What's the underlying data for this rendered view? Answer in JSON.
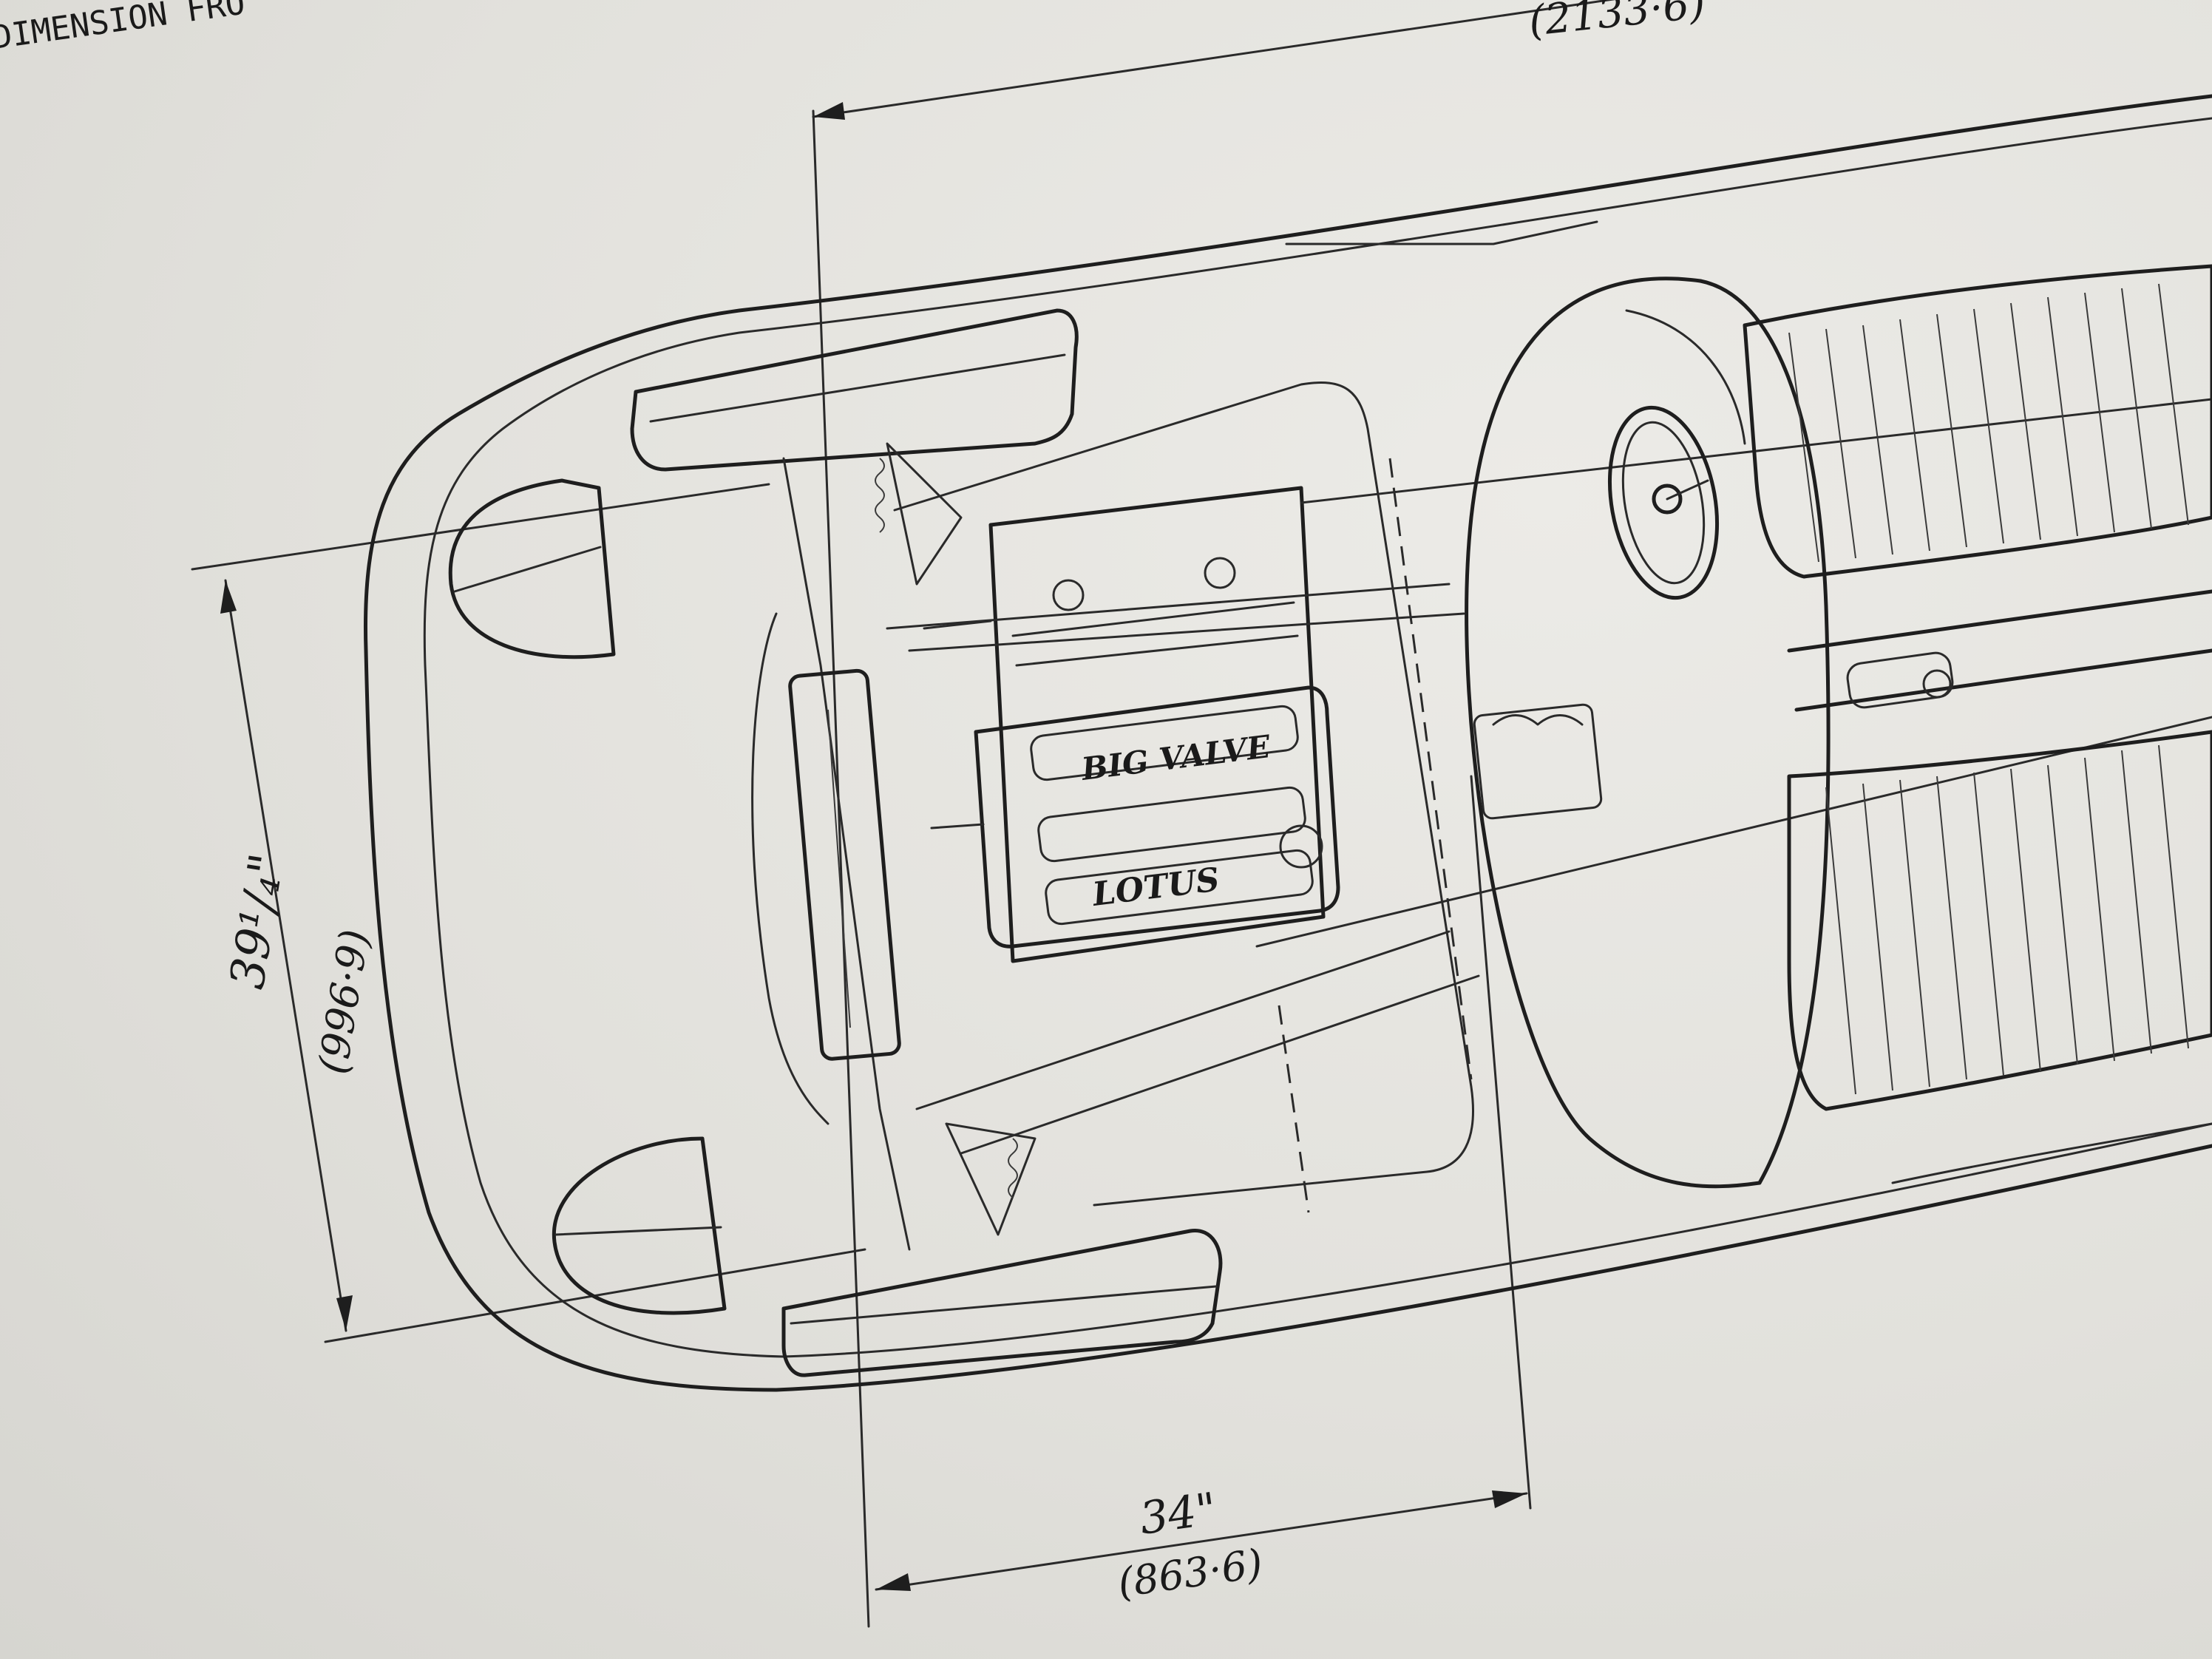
{
  "header": {
    "sheet_title_fragment": "DIMENSION  FRO"
  },
  "dimensions": {
    "overall_top_metric": "(2133·6)",
    "front_track_imperial": "39¹/₄\"",
    "front_track_metric": "(996·9)",
    "nose_to_axle_imperial": "34\"",
    "nose_to_axle_metric": "(863·6)"
  },
  "engine": {
    "cam_cover_top": "BIG VALVE",
    "cam_cover_bottom": "LOTUS"
  },
  "colors": {
    "paper": "#e4e3df",
    "ink": "#1e1e1e"
  }
}
